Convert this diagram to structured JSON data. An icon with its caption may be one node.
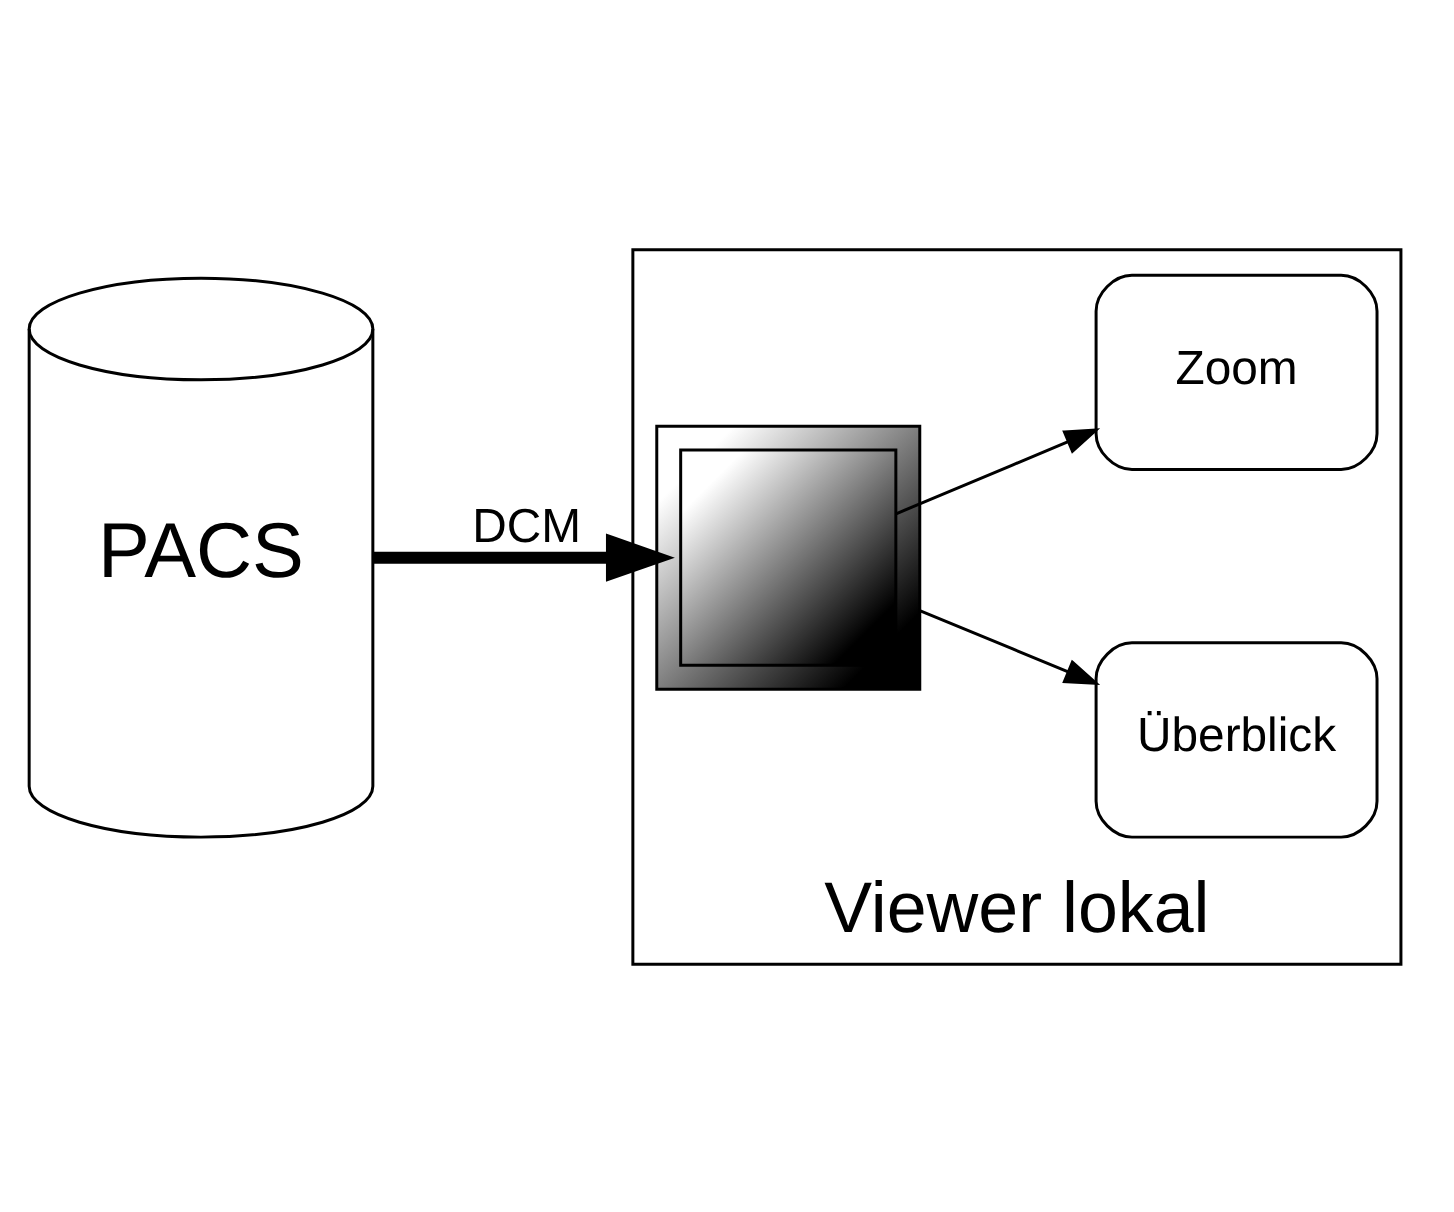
{
  "diagram": {
    "nodes": [
      {
        "text": [
          "PACS"
        ]
      },
      {
        "text": [
          "Viewer lokal"
        ]
      },
      {
        "text": [],
        "shape": "picture",
        "in": 1
      },
      {
        "text": [],
        "shape": "picture",
        "in": 2
      },
      {
        "text": [
          "Überblick"
        ],
        "in": 1
      },
      {
        "text": [
          "Zoom"
        ],
        "in": 1
      }
    ],
    "edges": [
      {
        "from": 0,
        "to": 2,
        "arrow": "to",
        "label": "DCM",
        "style": "thick"
      },
      {
        "from": 2,
        "to": 4,
        "arrow": "to"
      },
      {
        "from": 3,
        "to": 5,
        "arrow": "to"
      }
    ]
  }
}
